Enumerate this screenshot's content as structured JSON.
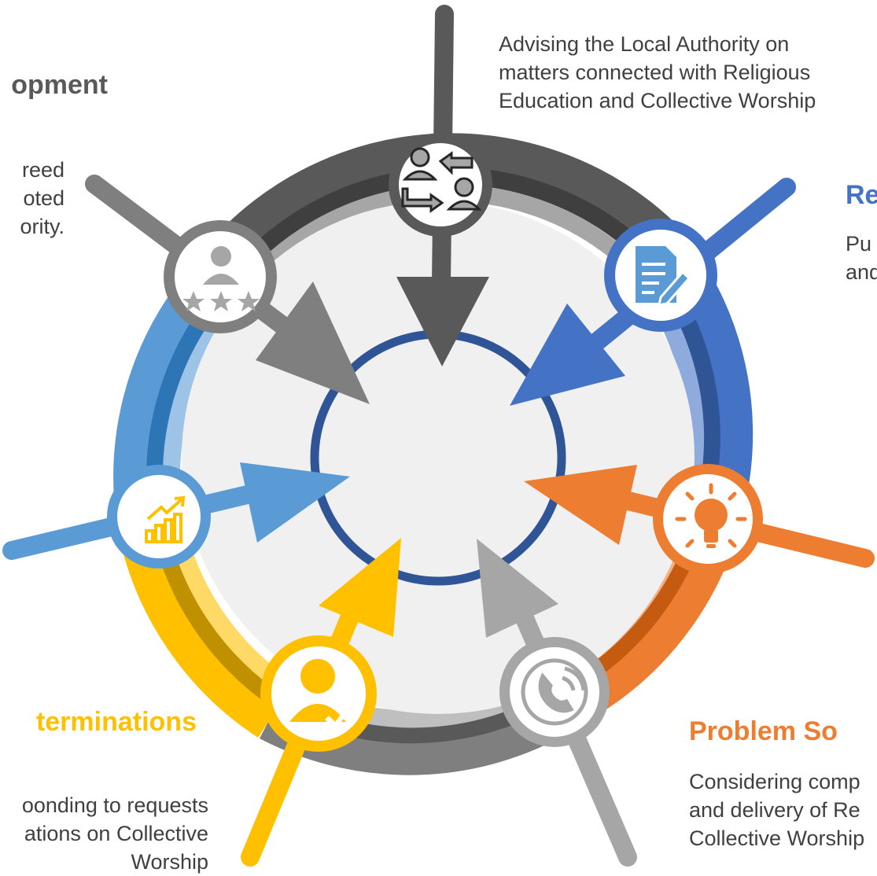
{
  "colors": {
    "gray_dark": "#595959",
    "gray_mid": "#7f7f7f",
    "gray_light": "#a6a6a6",
    "blue": "#4472c4",
    "blue_light": "#5b9bd5",
    "orange": "#ed7d31",
    "gold": "#ffc000",
    "ring_center": "#2f5597",
    "center_fill": "#f0f0f0"
  },
  "segments": {
    "advising": {
      "heading": "",
      "text": [
        "Advising the Local Authority on",
        "matters connected with Religious",
        "Education and Collective Worship"
      ],
      "icon": "people-exchange-icon"
    },
    "development": {
      "heading": "opment",
      "text": [
        "reed",
        "oted",
        "ority."
      ],
      "icon": "person-rating-icon"
    },
    "review": {
      "heading": "Re",
      "text": [
        "Pu",
        "and"
      ],
      "icon": "document-edit-icon"
    },
    "problem_solving": {
      "heading": "Problem So",
      "text": [
        "Considering comp",
        "and delivery of Re",
        "Collective Worship"
      ],
      "icon": "lightbulb-icon"
    },
    "determinations": {
      "heading": "terminations",
      "text": [
        "oonding to requests",
        "ations on Collective",
        "Worship"
      ],
      "icon": "person-approval-icon"
    },
    "monitoring": {
      "icon": "growth-chart-icon"
    },
    "complaints": {
      "icon": "phone-icon"
    }
  }
}
